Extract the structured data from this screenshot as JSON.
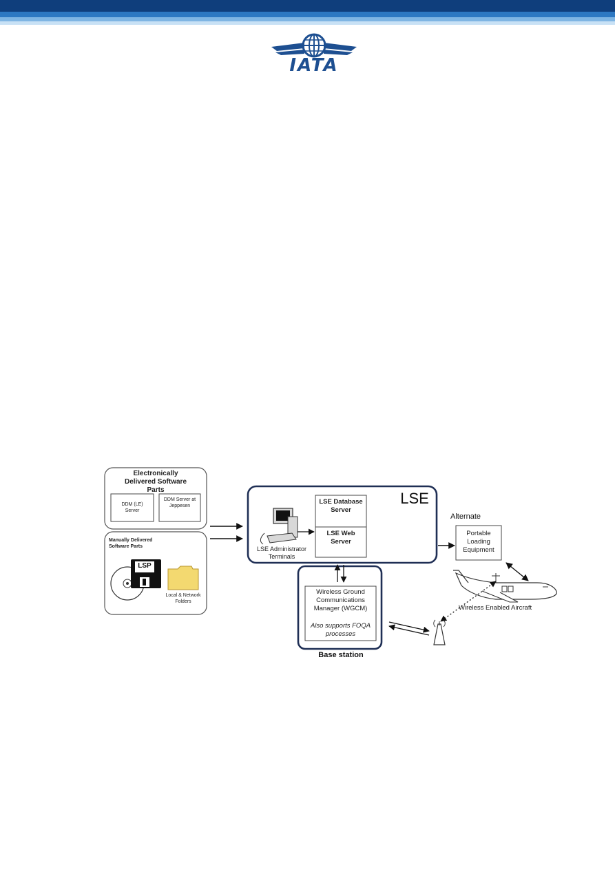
{
  "brand": {
    "logo_text": "IATA",
    "color": "#1d4f91"
  },
  "diagram": {
    "electronic_group": {
      "title": "Electronically Delivered Software Parts",
      "box1": "DDM (LE) Server",
      "box2": "DDM Server at Jeppesen"
    },
    "manual_group": {
      "title": "Manually Delivered Software Parts",
      "floppy_label": "LSP",
      "folders_label": "Local & Network Folders"
    },
    "lse": {
      "title": "LSE",
      "admin_label": "LSE Administrator Terminals",
      "db_server": "LSE Database Server",
      "web_server": "LSE Web Server"
    },
    "alternate_label": "Alternate",
    "portable": "Portable Loading Equipment",
    "aircraft_label": "Wireless Enabled Aircraft",
    "wgcm": {
      "line1": "Wireless Ground Communications Manager (WGCM)",
      "line2": "Also supports FOQA processes"
    },
    "base_station_label": "Base station"
  }
}
